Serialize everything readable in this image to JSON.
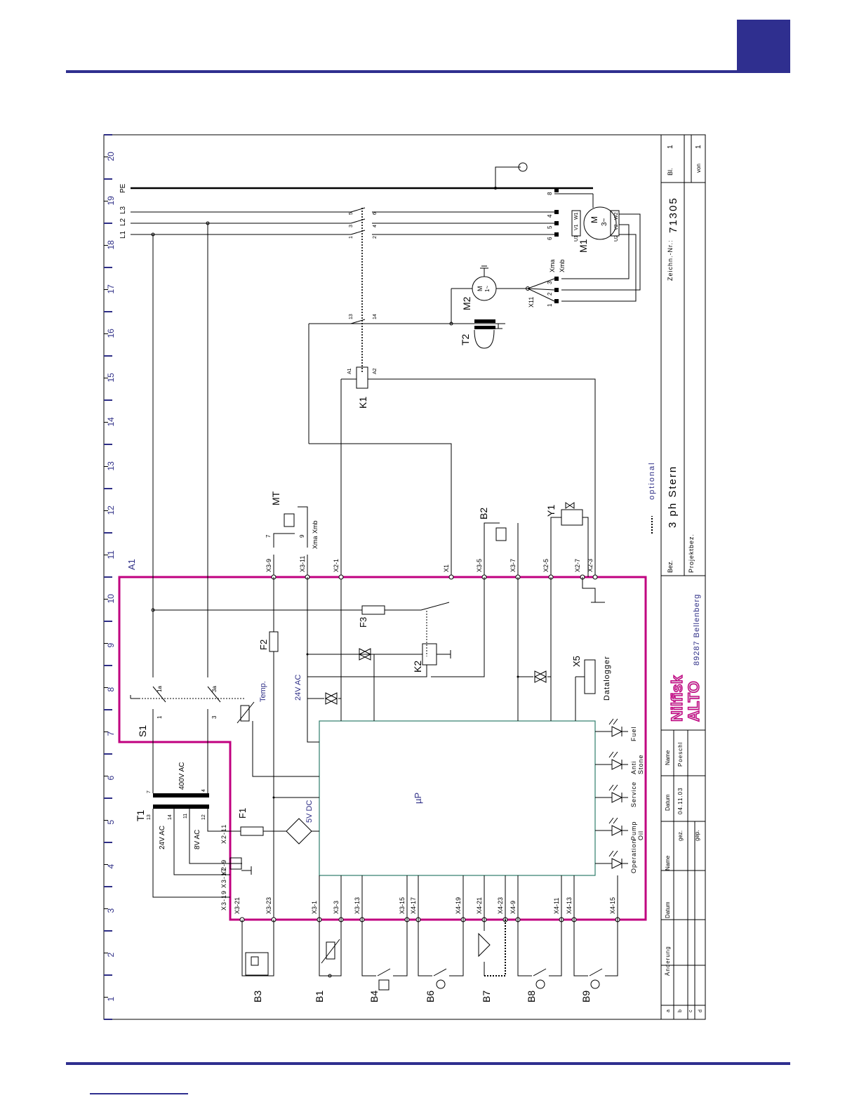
{
  "colors": {
    "accent": "#2f2f8f",
    "controller_border": "#c0007f",
    "microprocessor_border": "#2e7d6b",
    "label_blue": "#2e2e86"
  },
  "grid_columns": [
    "1",
    "2",
    "3",
    "4",
    "5",
    "6",
    "7",
    "8",
    "9",
    "10",
    "11",
    "12",
    "13",
    "14",
    "15",
    "16",
    "17",
    "18",
    "19",
    "20"
  ],
  "title_block": {
    "sheet_label": "Bl.",
    "sheet_value": "1",
    "of_label": "von",
    "of_value": "1",
    "drawing_no_label": "Zeichn.-Nr.:",
    "drawing_no": "71305",
    "designation_label": "Bez.",
    "designation": "3 ph Stern",
    "project_label": "Projektbez.",
    "company_logo_line1": "Nilfisk",
    "company_logo_line2": "ALTO",
    "company_address": "89287 Bellenberg",
    "name_header": "Name",
    "date_header": "Datum",
    "drawn_label": "gez.",
    "drawn_date": "04.11.03",
    "drawn_name": "Poeschl",
    "checked_label": "gep.",
    "change_label": "Änderung",
    "revision_rows": [
      "a",
      "b",
      "c",
      "d"
    ]
  },
  "legend": {
    "optional_label": "optional"
  },
  "power_lines": [
    "L1",
    "L2",
    "L3",
    "PE"
  ],
  "components": {
    "controller": "A1",
    "microprocessor": "µP",
    "transformer": "T1",
    "transformer_primary": "400V AC",
    "transformer_secondary_1": "24V AC",
    "transformer_secondary_2": "8V AC",
    "fuse_1": "F1",
    "fuse_2": "F2",
    "fuse_3": "F3",
    "relay_k1": "K1",
    "relay_k2": "K2",
    "switch_s1": "S1",
    "temp_label": "Temp.",
    "supply_24v": "24V AC",
    "supply_5v": "5V DC",
    "motor_m1": "M1",
    "motor_m1_symbol": "M",
    "motor_m1_phase": "3~",
    "motor_m2": "M2",
    "motor_m2_symbol": "M",
    "motor_m2_phase": "1~",
    "transformer_t2": "T2",
    "thermal_mt": "MT",
    "sensor_b1": "B1",
    "sensor_b2": "B2",
    "sensor_b3": "B3",
    "sensor_b4": "B4",
    "sensor_b6": "B6",
    "sensor_b7": "B7",
    "sensor_b8": "B8",
    "sensor_b9": "B9",
    "valve_y1": "Y1",
    "datalogger_id": "X5",
    "datalogger_label": "Datalogger",
    "terminal_x11": "X11",
    "xma": "Xma",
    "xmb": "Xmb",
    "switch_1a": "1a",
    "switch_3a": "3a",
    "switch_1": "1",
    "switch_3": "3"
  },
  "leds": [
    "Fuel",
    "Anti Stone",
    "Service",
    "Pump Oil",
    "Operation"
  ],
  "terminals_top": [
    "X3-9",
    "X3-11",
    "X2-1",
    "X1",
    "X3-5",
    "X3-7",
    "X2-5",
    "X2-7",
    "X2-3"
  ],
  "terminals_bottom": [
    "X3-21",
    "X3-23",
    "X3-1",
    "X3-3",
    "X3-13",
    "X3-15",
    "X4-17",
    "X4-19",
    "X4-21",
    "X4-23",
    "X4-9",
    "X4-11",
    "X4-13",
    "X4-15"
  ],
  "terminals_left": [
    "X2-11",
    "X2-9",
    "X3-17",
    "X3-19"
  ],
  "motor_terminals": [
    "U1",
    "V1",
    "W1",
    "U2",
    "V2",
    "W2"
  ],
  "pin_numbers": [
    "1",
    "2",
    "3",
    "4",
    "5",
    "6",
    "7",
    "8",
    "9",
    "11",
    "12",
    "13",
    "14",
    "A1",
    "A2"
  ]
}
